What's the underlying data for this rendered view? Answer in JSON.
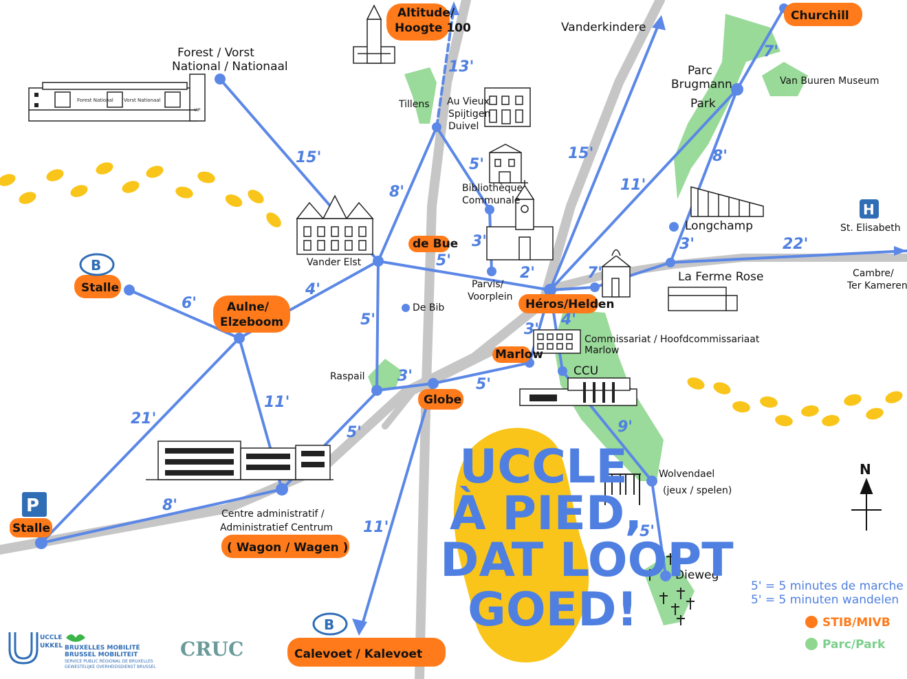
{
  "title": [
    "UCCLE",
    "À PIED,",
    "DAT LOOPT",
    "GOED!"
  ],
  "stops": {
    "altitude": "Altitude/",
    "altitude2": "Hoogte 100",
    "churchill": "Churchill",
    "stalle_train": "Stalle",
    "aulne": "Aulne/",
    "aulne2": "Elzeboom",
    "de_bue": "de Bue",
    "heros": "Héros/Helden",
    "marlow": "Marlow",
    "globe": "Globe",
    "stalle_parking": "Stalle",
    "wagon": "( Wagon / Wagen )",
    "calevoet": "Calevoet / Kalevoet"
  },
  "places": {
    "forest_national": [
      "Forest / Vorst",
      "National / Nationaal"
    ],
    "vanderkindere": "Vanderkindere",
    "parc_brugmann": [
      "Parc",
      "Brugmann",
      "Park"
    ],
    "van_buuren": "Van Buuren Museum",
    "tillens": "Tillens",
    "vieux_spijtigen": [
      "Au Vieux",
      "Spijtigen",
      "Duivel"
    ],
    "bibliotheque": [
      "Bibliothèque",
      "Communale"
    ],
    "longchamp": "Longchamp",
    "st_elisabeth": "St. Elisabeth",
    "vander_elst": "Vander Elst",
    "parvis": [
      "Parvis/",
      "Voorplein"
    ],
    "la_ferme_rose": "La Ferme Rose",
    "cambre": [
      "Cambre/",
      "Ter Kameren"
    ],
    "de_bib": "De Bib",
    "commissariat": [
      "Commissariat / Hoofdcommissariaat",
      "Marlow"
    ],
    "raspail": "Raspail",
    "ccu": "CCU",
    "wolvendael": [
      "Wolvendael",
      "(jeux / spelen)"
    ],
    "centre_admin": [
      "Centre administratif /",
      "Administratief Centrum"
    ],
    "dieweg": "Dieweg",
    "north": "N"
  },
  "times": [
    "13'",
    "15'",
    "8'",
    "5'",
    "15'",
    "11'",
    "7'",
    "8'",
    "3'",
    "22'",
    "7'",
    "2'",
    "3'",
    "5'",
    "4'",
    "6'",
    "5'",
    "3'",
    "5'",
    "3'",
    "4'",
    "11'",
    "21'",
    "5'",
    "8'",
    "11'",
    "9'",
    "5'"
  ],
  "legend": {
    "line1": "5' = 5 minutes de marche",
    "line2": "5' = 5 minuten wandelen",
    "stib": "STIB/MIVB",
    "park": "Parc/Park"
  },
  "icons": {
    "train_b": "B",
    "hospital": "H",
    "parking": "P"
  },
  "logos": {
    "uccle": [
      "UCCLE",
      "UKKEL"
    ],
    "bruxelles_mobilite": [
      "BRUXELLES MOBILITÉ",
      "BRUSSEL MOBILITEIT",
      "SERVICE PUBLIC RÉGIONAL DE BRUXELLES",
      "GEWESTELIJKE OVERHEIDSDIENST BRUSSEL"
    ],
    "cruc": "CRUC"
  },
  "building_signs": {
    "forest_left": "Forest National",
    "forest_right": "Vorst Nationaal",
    "vip": "VIP"
  },
  "colors": {
    "route": "#5b87e6",
    "stib": "#ff7a1a",
    "park": "#8fd68f",
    "road": "#c8c8c8",
    "footprint": "#f9c51a",
    "title_blob": "#f9c51a"
  }
}
